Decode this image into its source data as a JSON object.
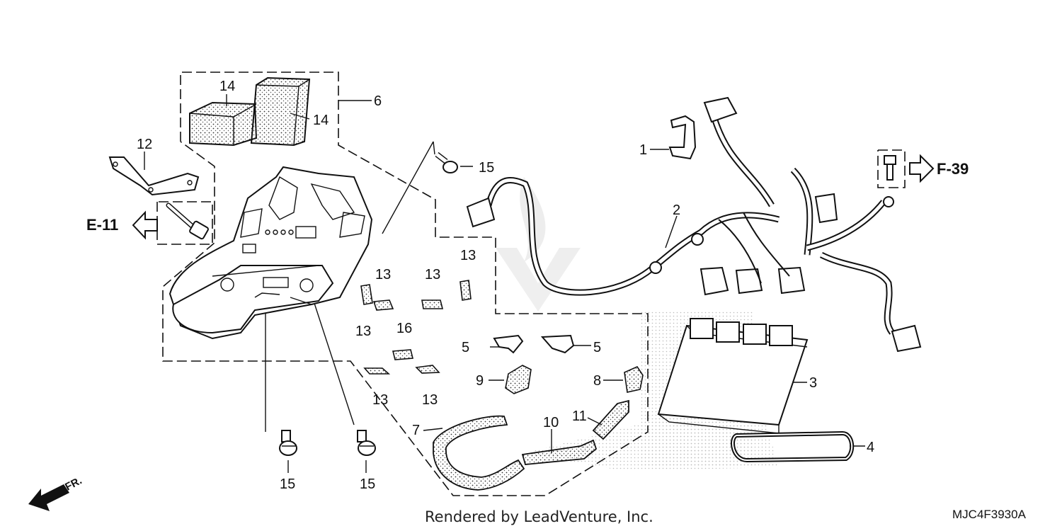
{
  "callouts": {
    "c1": "1",
    "c2": "2",
    "c3": "3",
    "c4": "4",
    "c5a": "5",
    "c5b": "5",
    "c6": "6",
    "c7": "7",
    "c8": "8",
    "c9": "9",
    "c10": "10",
    "c11": "11",
    "c12": "12",
    "c13a": "13",
    "c13b": "13",
    "c13c": "13",
    "c13d": "13",
    "c13e": "13",
    "c13f": "13",
    "c14a": "14",
    "c14b": "14",
    "c15a": "15",
    "c15b": "15",
    "c15c": "15",
    "c16": "16"
  },
  "refs": {
    "e11": "E-11",
    "f39": "F-39",
    "front": "FR."
  },
  "footer": {
    "rendered_by": "Rendered by LeadVenture, Inc.",
    "diagram_code": "MJC4F3930A"
  },
  "colors": {
    "line": "#111111",
    "watermark": "#e6e6e6"
  }
}
